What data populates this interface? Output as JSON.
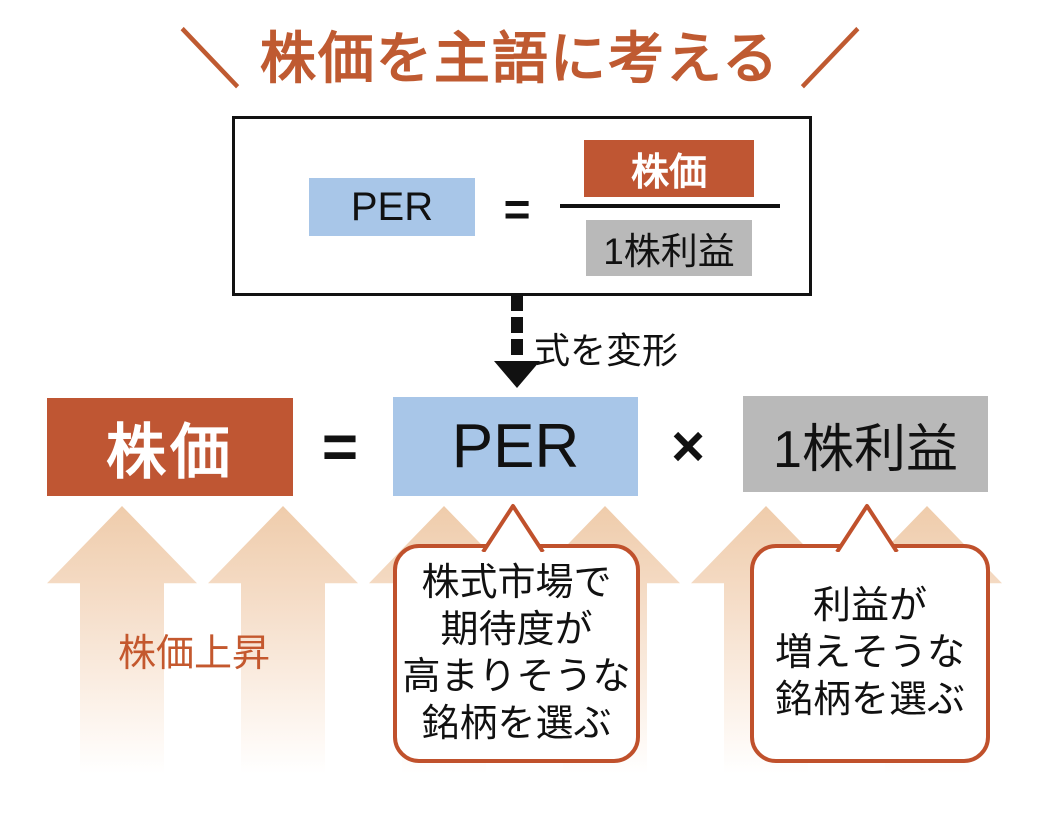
{
  "title": {
    "left_mark": "＼",
    "text": "株価を主語に考える",
    "right_mark": "／"
  },
  "formula_box": {
    "per": "PER",
    "equals": "=",
    "numerator": "株価",
    "denominator": "1株利益"
  },
  "transform_arrow": {
    "label": "式を変形"
  },
  "equation": {
    "stock_price": "株価",
    "equals": "=",
    "per": "PER",
    "multiply": "×",
    "eps": "1株利益"
  },
  "rising_label": "株価上昇",
  "bubble_per": {
    "lines": [
      "株式市場で",
      "期待度が",
      "高まりそうな",
      "銘柄を選ぶ"
    ]
  },
  "bubble_eps": {
    "lines": [
      "利益が",
      "増えそうな",
      "銘柄を選ぶ"
    ]
  },
  "colors": {
    "accent_orange": "#bf5633",
    "title_orange": "#bf5a31",
    "light_blue": "#a8c6e8",
    "gray": "#b9b9b9",
    "bubble_border": "#c0512c",
    "arrow_gradient_top": "#efccab",
    "rising_label_orange": "#c4582e",
    "text_black": "#111111",
    "background": "#ffffff"
  }
}
